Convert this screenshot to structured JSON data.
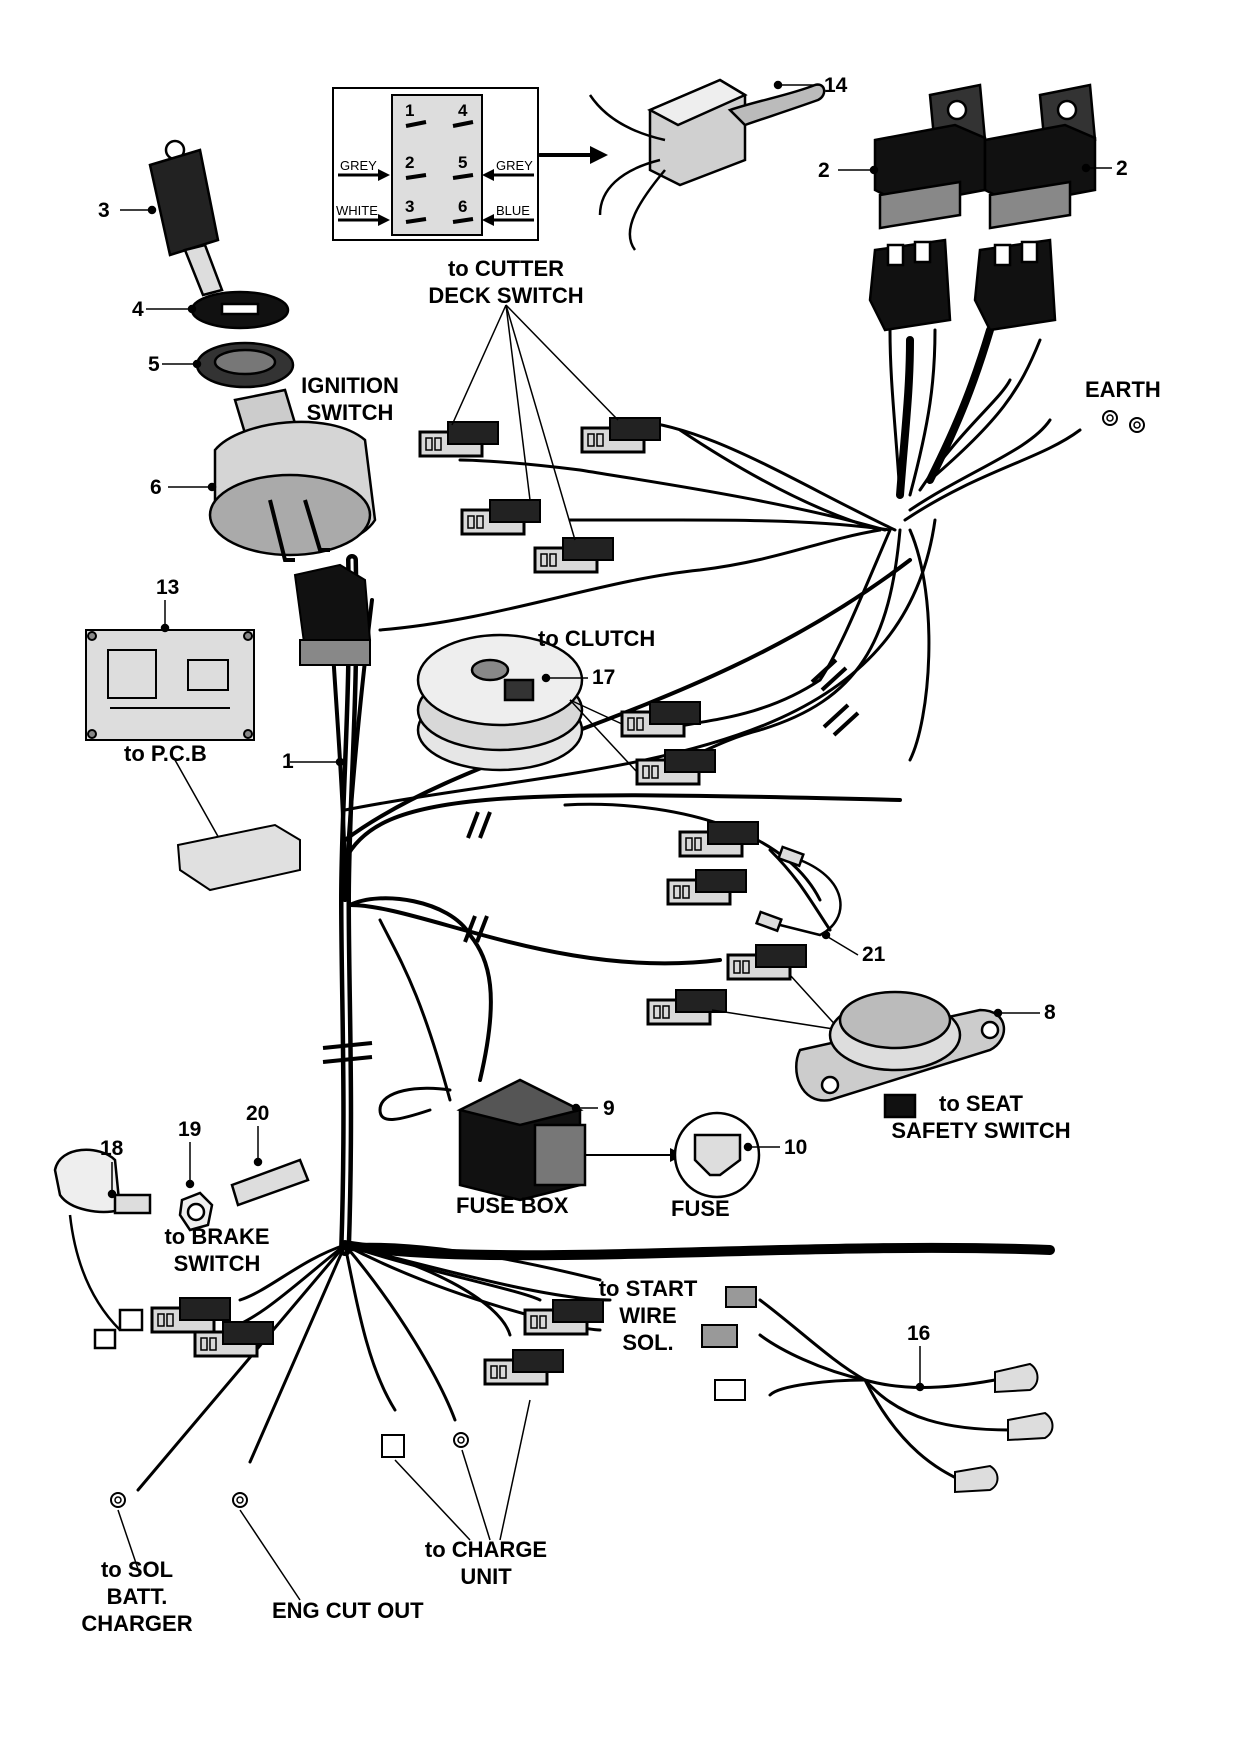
{
  "labels": {
    "cutter_deck_switch": [
      "to CUTTER",
      "DECK SWITCH"
    ],
    "ignition_switch": [
      "IGNITION",
      "SWITCH"
    ],
    "earth": "EARTH",
    "clutch": "to CLUTCH",
    "pcb": "to P.C.B",
    "seat_safety_switch": [
      "to SEAT",
      "SAFETY SWITCH"
    ],
    "fuse_box": "FUSE BOX",
    "fuse": "FUSE",
    "brake_switch": [
      "to BRAKE",
      "SWITCH"
    ],
    "start_wire_sol": [
      "to START",
      "WIRE",
      "SOL."
    ],
    "sol_batt_charger": [
      "to SOL",
      "BATT.",
      "CHARGER"
    ],
    "eng_cut_out": "ENG CUT OUT",
    "charge_unit": [
      "to CHARGE",
      "UNIT"
    ]
  },
  "callouts": {
    "c1": "1",
    "c2a": "2",
    "c2b": "2",
    "c3": "3",
    "c4": "4",
    "c5": "5",
    "c6": "6",
    "c8": "8",
    "c9": "9",
    "c10": "10",
    "c13": "13",
    "c14": "14",
    "c16": "16",
    "c17": "17",
    "c18": "18",
    "c19": "19",
    "c20": "20",
    "c21": "21"
  },
  "switch_inset": {
    "pins": [
      "1",
      "2",
      "3",
      "4",
      "5",
      "6"
    ],
    "wire_colours": [
      "GREY",
      "WHITE",
      "GREY",
      "BLUE"
    ]
  }
}
